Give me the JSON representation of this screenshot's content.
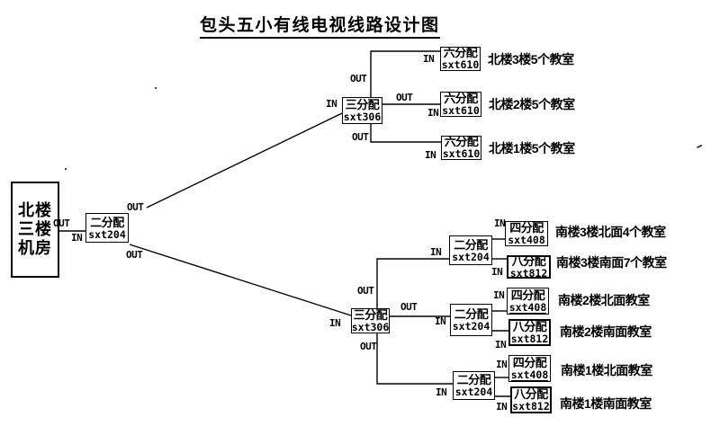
{
  "title": "包头五小有线电视线路设计图",
  "port_labels": {
    "out": "OUT",
    "in": "IN"
  },
  "headend": {
    "line1": "北楼",
    "line2": "三楼",
    "line3": "机房"
  },
  "main_splitter": {
    "name": "二分配",
    "model": "sxt204"
  },
  "north_branch": {
    "splitter": {
      "name": "三分配",
      "model": "sxt306"
    },
    "outputs": [
      {
        "splitter": {
          "name": "六分配",
          "model": "sxt610"
        },
        "destination": "北楼3楼5个教室"
      },
      {
        "splitter": {
          "name": "六分配",
          "model": "sxt610"
        },
        "destination": "北楼2楼5个教室"
      },
      {
        "splitter": {
          "name": "六分配",
          "model": "sxt610"
        },
        "destination": "北楼1楼5个教室"
      }
    ]
  },
  "south_branch": {
    "splitter": {
      "name": "三分配",
      "model": "sxt306"
    },
    "outputs": [
      {
        "splitter": {
          "name": "二分配",
          "model": "sxt204"
        },
        "taps": [
          {
            "splitter": {
              "name": "四分配",
              "model": "sxt408"
            },
            "destination": "南楼3楼北面4个教室"
          },
          {
            "splitter": {
              "name": "八分配",
              "model": "sxt812"
            },
            "destination": "南楼3楼南面7个教室"
          }
        ]
      },
      {
        "splitter": {
          "name": "二分配",
          "model": "sxt204"
        },
        "taps": [
          {
            "splitter": {
              "name": "四分配",
              "model": "sxt408"
            },
            "destination": "南楼2楼北面教室"
          },
          {
            "splitter": {
              "name": "八分配",
              "model": "sxt812"
            },
            "destination": "南楼2楼南面教室"
          }
        ]
      },
      {
        "splitter": {
          "name": "二分配",
          "model": "sxt204"
        },
        "taps": [
          {
            "splitter": {
              "name": "四分配",
              "model": "sxt408"
            },
            "destination": "南楼1楼北面教室"
          },
          {
            "splitter": {
              "name": "八分配",
              "model": "sxt812"
            },
            "destination": "南楼1楼南面教室"
          }
        ]
      }
    ]
  },
  "colors": {
    "ink": "#000000",
    "background": "#ffffff"
  }
}
